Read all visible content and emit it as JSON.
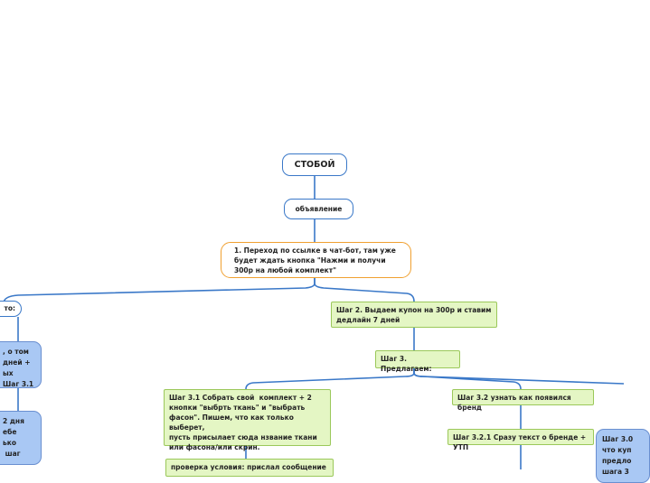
{
  "root": {
    "label": "СТОБОЙ"
  },
  "ad": {
    "label": "объявление"
  },
  "step1": {
    "label": "1. Переход по ссылке в чат-бот, там уже\nбудет ждать кнопка \"Нажми и получи\n300р на любой комплект\""
  },
  "left_partial": {
    "top": "то:",
    "block1": ", о том\nдней +\nых\nШаг 3.1",
    "block2": "2 дня\nебе\nько\n шаг"
  },
  "step2": {
    "label": "Шаг 2. Выдаем купон на 300р и ставим\nдедлайн 7 дней"
  },
  "step3": {
    "label": "Шаг 3. Предлагаем:"
  },
  "step3_1": {
    "label": "Шаг 3.1 Собрать свой  комплект + 2\nкнопки \"выбрть ткань\" и \"выбрать\nфасон\". Пишем, что как только выберет,\nпусть присылает сюда нзвание ткани\nили фасона/или скрин."
  },
  "step3_1_check": {
    "label": "проверка условия: прислал сообщение"
  },
  "step3_2": {
    "label": "Шаг 3.2 узнать как появился бренд"
  },
  "step3_2_1": {
    "label": "Шаг 3.2.1 Сразу текст о бренде + УТП"
  },
  "right_partial": {
    "label": "Шаг 3.0\nчто куп\nпредло\nшага 3"
  },
  "colors": {
    "line_blue": "#3a78c8",
    "orange": "#f0a030",
    "green_fill": "#e4f6c4",
    "green_border": "#9bc85a",
    "blue_fill": "#a9c8f4"
  }
}
